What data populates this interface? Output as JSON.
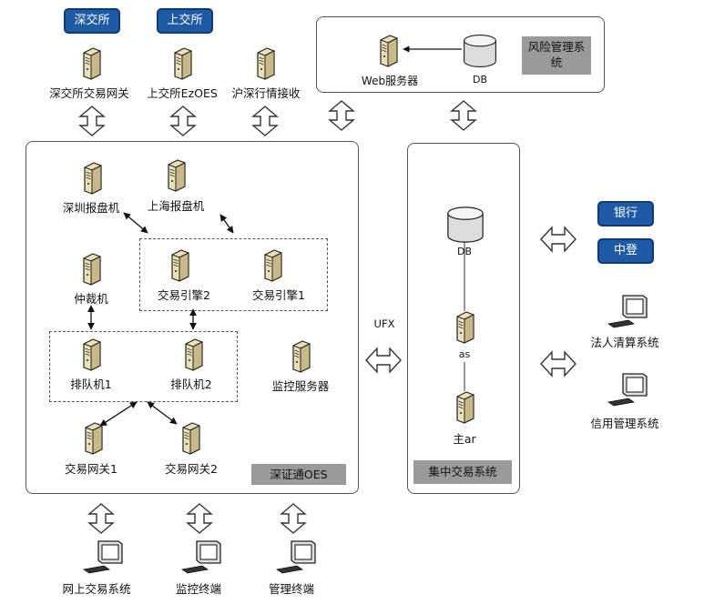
{
  "exchanges": {
    "szse": "深交所",
    "sse": "上交所"
  },
  "top_gateways": {
    "szse_gateway": "深交所交易网关",
    "sse_ezoes": "上交所EzOES",
    "market_receiver": "沪深行情接收"
  },
  "risk_system": {
    "title": "风险管理系统",
    "web_server": "Web服务器",
    "db": "DB"
  },
  "oes_panel": {
    "title": "深证通OES",
    "shenzhen_reporter": "深圳报盘机",
    "shanghai_reporter": "上海报盘机",
    "arbiter": "仲裁机",
    "engine2": "交易引擎2",
    "engine1": "交易引擎1",
    "queue1": "排队机1",
    "queue2": "排队机2",
    "monitor_server": "监控服务器",
    "gateway1": "交易网关1",
    "gateway2": "交易网关2"
  },
  "ufx_label": "UFX",
  "central_system": {
    "title": "集中交易系统",
    "db": "DB",
    "as": "as",
    "master": "主ar"
  },
  "right_side": {
    "bank": "银行",
    "csdc": "中登",
    "legal_clearing": "法人清算系统",
    "credit_mgmt": "信用管理系统"
  },
  "bottom_terminals": {
    "online_trading": "网上交易系统",
    "monitor_terminal": "监控终端",
    "admin_terminal": "管理终端"
  }
}
